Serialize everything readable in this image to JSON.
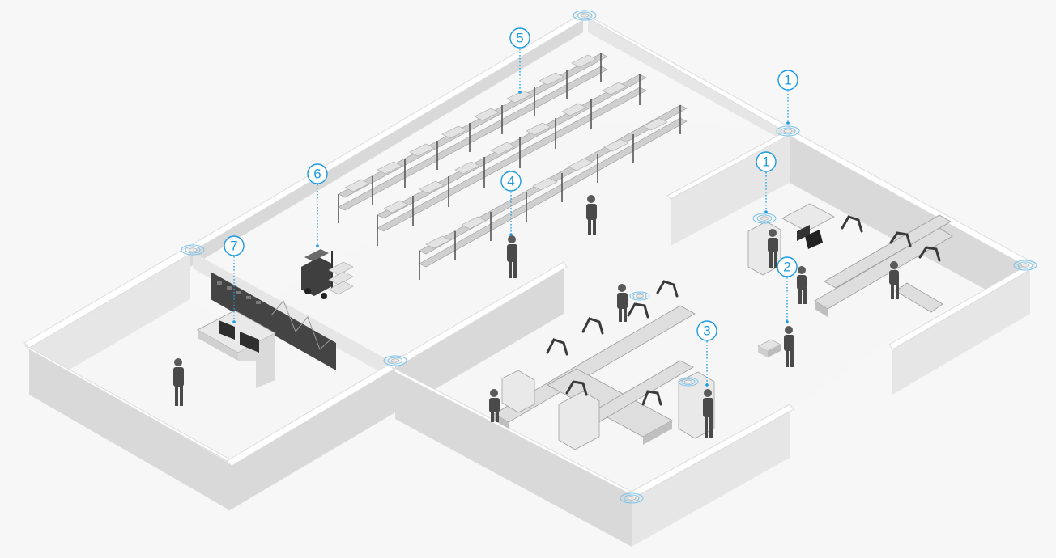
{
  "callouts": [
    {
      "id": "c1a",
      "label": "1"
    },
    {
      "id": "c1b",
      "label": "1"
    },
    {
      "id": "c2",
      "label": "2"
    },
    {
      "id": "c3",
      "label": "3"
    },
    {
      "id": "c4",
      "label": "4"
    },
    {
      "id": "c5",
      "label": "5"
    },
    {
      "id": "c6",
      "label": "6"
    },
    {
      "id": "c7",
      "label": "7"
    }
  ],
  "colors": {
    "accent": "#1e9be0",
    "background": "#f7f7f7",
    "wall_face": "#d9d9d9",
    "wall_top": "#ffffff",
    "figure_dark": "#4a4a4a"
  },
  "icons": {
    "access_point": "wireless-access-point-icon",
    "forklift": "forklift-icon",
    "monitor": "monitor-icon",
    "robot_arm": "robot-arm-icon",
    "person": "worker-icon",
    "shelving": "storage-rack-icon",
    "pallet_jack": "pallet-jack-icon"
  }
}
